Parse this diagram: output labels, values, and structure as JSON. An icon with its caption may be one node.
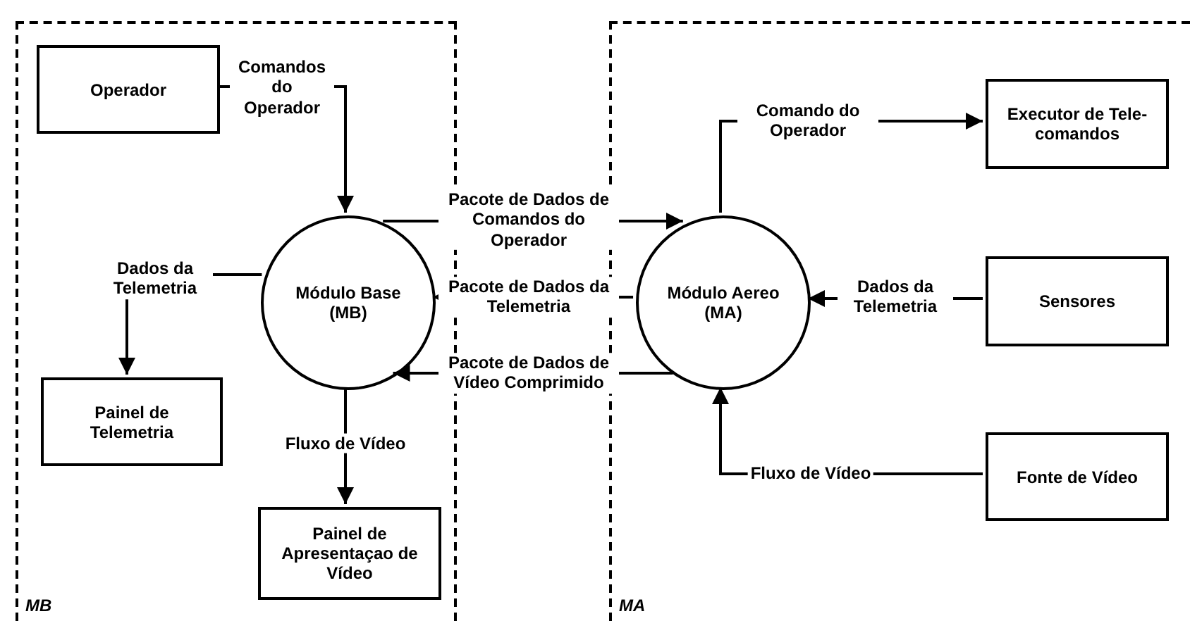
{
  "diagram": {
    "nodes": [
      {
        "text": [
          "MB"
        ]
      },
      {
        "text": [
          "Operador"
        ],
        "in": 0
      },
      {
        "text": [
          "Módulo Base (MB)"
        ],
        "in": 0
      },
      {
        "text": [
          "Painel de Telemetria"
        ],
        "in": 0
      },
      {
        "text": [
          "Painel de Apresentaçao de Vídeo"
        ],
        "in": 0
      },
      {
        "text": [
          "MA"
        ]
      },
      {
        "text": [
          "Módulo Aereo (MA)"
        ],
        "in": 5
      },
      {
        "text": [
          "Executor de Tele-comandos"
        ],
        "in": 5
      },
      {
        "text": [
          "Sensores"
        ],
        "in": 5
      },
      {
        "text": [
          "Fonte de Vídeo"
        ],
        "in": 5
      }
    ],
    "edges": [
      {
        "from": 1,
        "to": 2,
        "arrow": "to",
        "label": "Comandos do Operador"
      },
      {
        "from": 2,
        "to": 6,
        "arrow": "to",
        "label": "Pacote de Dados de Comandos do Operador"
      },
      {
        "from": 6,
        "to": 2,
        "arrow": "to",
        "label": "Pacote de Dados da Telemetria"
      },
      {
        "from": 6,
        "to": 2,
        "arrow": "to",
        "label": "Pacote de Dados de Vídeo Comprimido"
      },
      {
        "from": 2,
        "to": 3,
        "arrow": "to",
        "label": "Dados da Telemetria"
      },
      {
        "from": 2,
        "to": 4,
        "arrow": "to",
        "label": "Fluxo de Vídeo"
      },
      {
        "from": 6,
        "to": 7,
        "arrow": "to",
        "label": "Comando do Operador"
      },
      {
        "from": 8,
        "to": 6,
        "arrow": "to",
        "label": "Dados da Telemetria"
      },
      {
        "from": 9,
        "to": 6,
        "arrow": "to",
        "label": "Fluxo de Vídeo"
      }
    ]
  }
}
